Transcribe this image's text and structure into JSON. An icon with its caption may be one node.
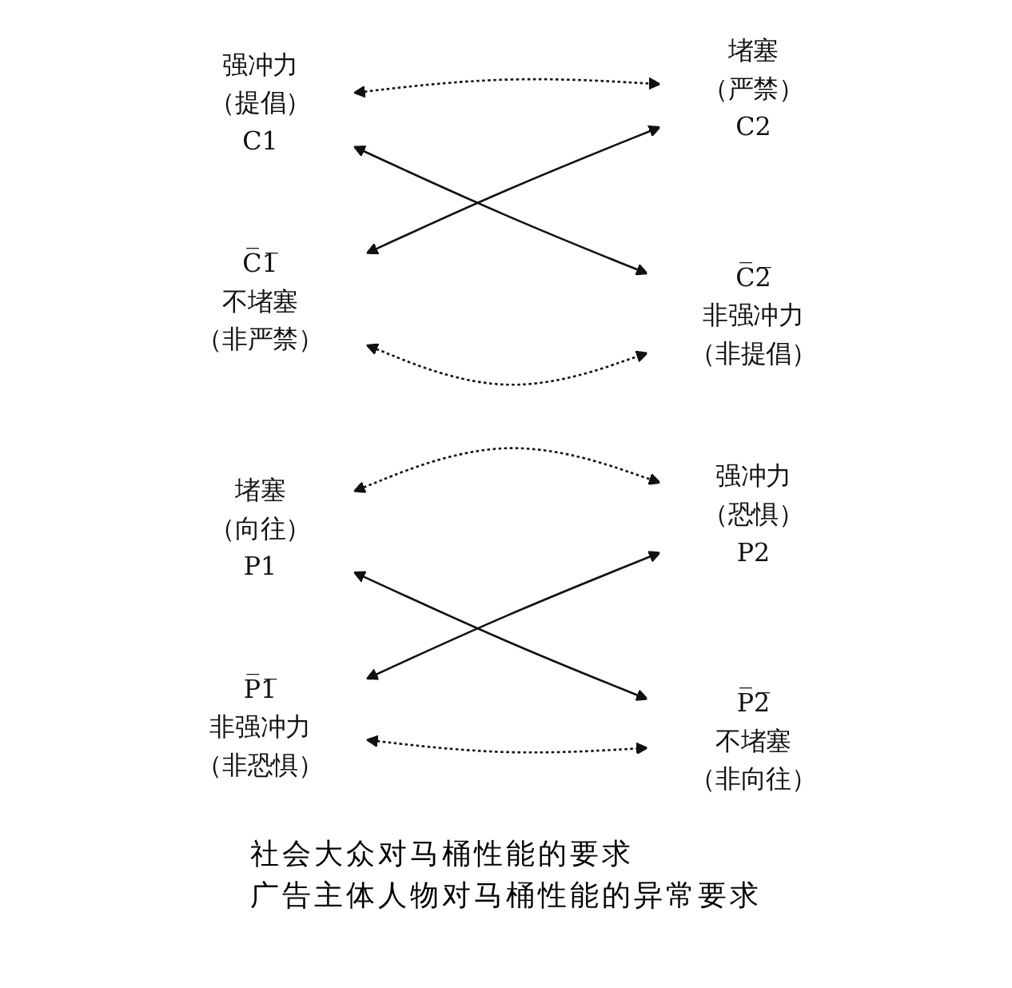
{
  "diagram": {
    "nodes": [
      {
        "text": [
          "强冲力",
          "（提倡）",
          "C1"
        ]
      },
      {
        "text": [
          "堵塞",
          "（严禁）",
          "C2"
        ]
      },
      {
        "text": [
          "C̅1̅",
          "不堵塞",
          "（非严禁）"
        ]
      },
      {
        "text": [
          "C̅2̅",
          "非强冲力",
          "（非提倡）"
        ]
      },
      {
        "text": [
          "堵塞",
          "（向往）",
          "P1"
        ]
      },
      {
        "text": [
          "强冲力",
          "（恐惧）",
          "P2"
        ]
      },
      {
        "text": [
          "P̅1̅",
          "非强冲力",
          "（非恐惧）"
        ]
      },
      {
        "text": [
          "P̅2̅",
          "不堵塞",
          "（非向往）"
        ]
      }
    ],
    "edges": [
      {
        "from": 0,
        "to": 1,
        "arrow": "both",
        "style": "dashed"
      },
      {
        "from": 0,
        "to": 3,
        "arrow": "both"
      },
      {
        "from": 2,
        "to": 1,
        "arrow": "both"
      },
      {
        "from": 2,
        "to": 3,
        "arrow": "both",
        "style": "dashed"
      },
      {
        "from": 4,
        "to": 5,
        "arrow": "both",
        "style": "dashed"
      },
      {
        "from": 4,
        "to": 7,
        "arrow": "both"
      },
      {
        "from": 6,
        "to": 5,
        "arrow": "both"
      },
      {
        "from": 6,
        "to": 7,
        "arrow": "both",
        "style": "dashed"
      }
    ],
    "labels": [
      "社会大众对马桶性能的要求",
      "广告主体人物对马桶性能的异常要求"
    ]
  }
}
